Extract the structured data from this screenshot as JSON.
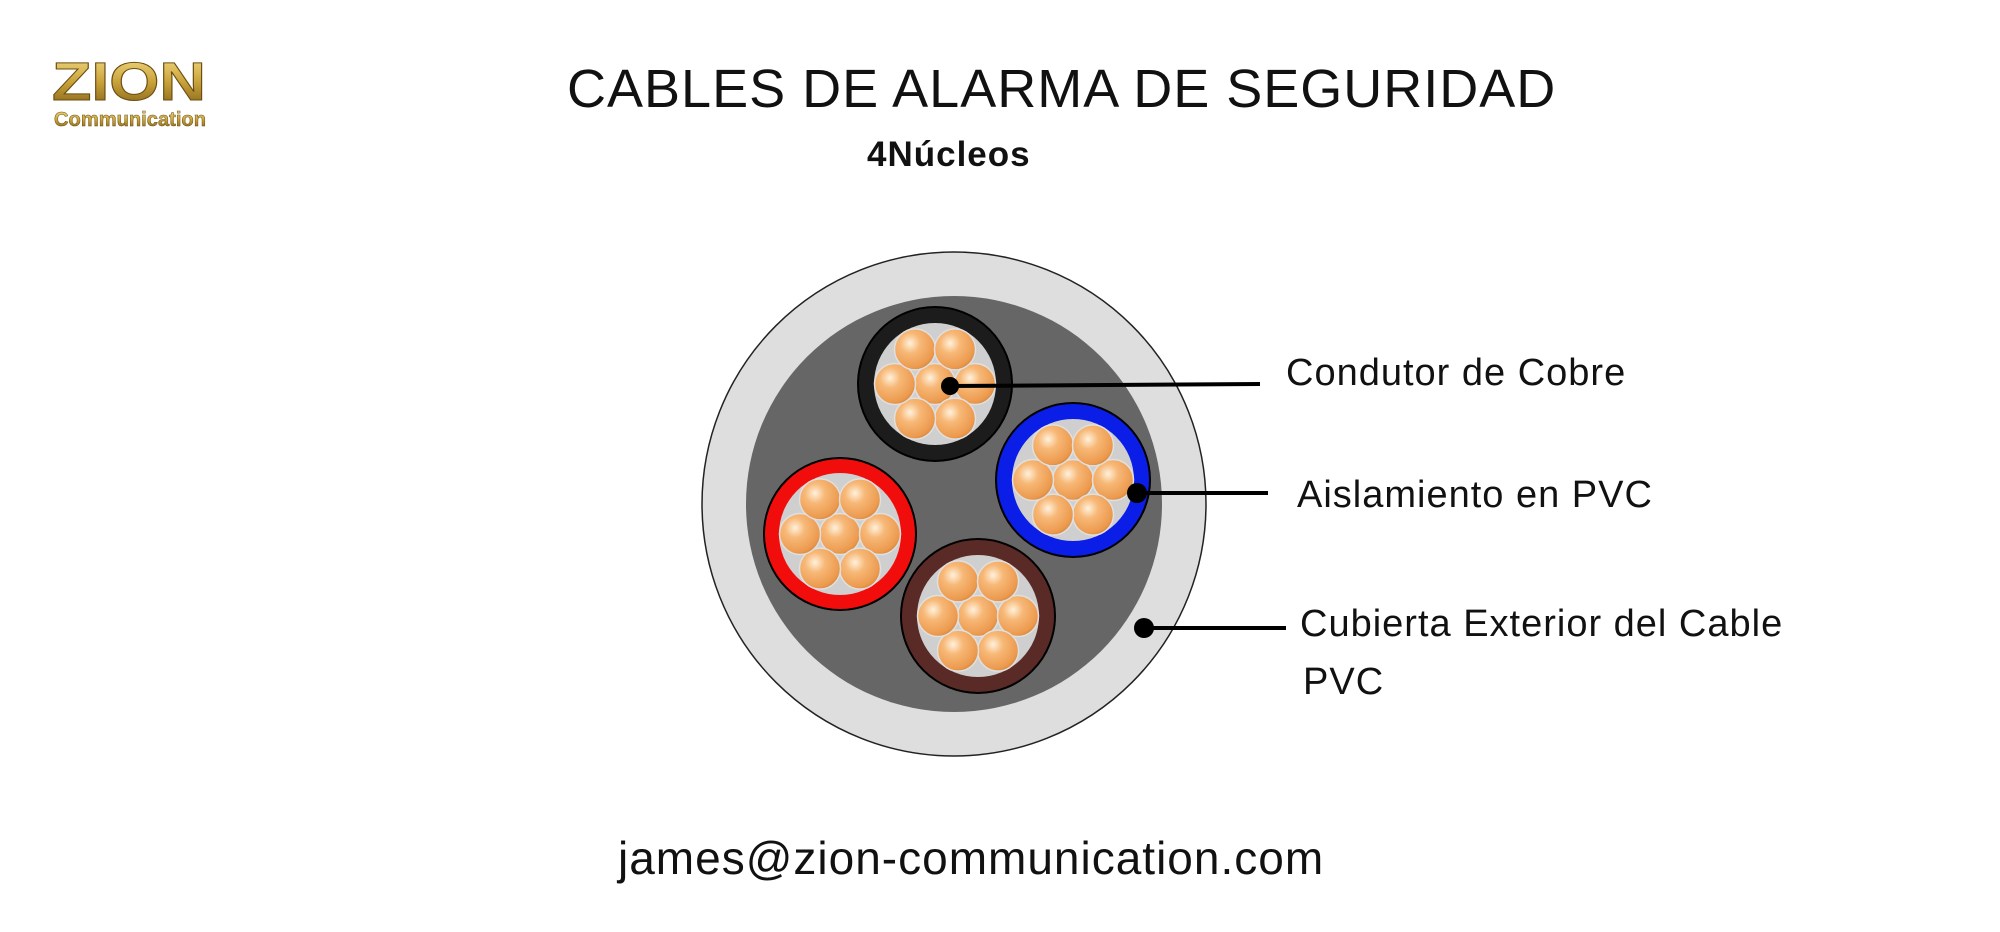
{
  "logo": {
    "word": "ZION",
    "tagline": "Communication"
  },
  "title": "CABLES DE ALARMA DE SEGURIDAD",
  "subtitle": "4Núcleos",
  "labels": {
    "copper_conductor": "Condutor de  Cobre",
    "insulation": "Aislamiento  en PVC",
    "sheath_line1": "Cubierta Exterior del Cable",
    "sheath_line2": "PVC"
  },
  "email": "james@zion-communication.com",
  "colors": {
    "outer_sheath": "#dedede",
    "inner_filler": "#666666",
    "copper_strand": "#f2a561",
    "core_black": "#1c1c1c",
    "core_blue": "#0a1ee8",
    "core_red": "#f20d0d",
    "core_brown": "#5a2a26",
    "logo_gold": "#c9a23a"
  },
  "cores": [
    "black",
    "blue",
    "red",
    "brown"
  ]
}
